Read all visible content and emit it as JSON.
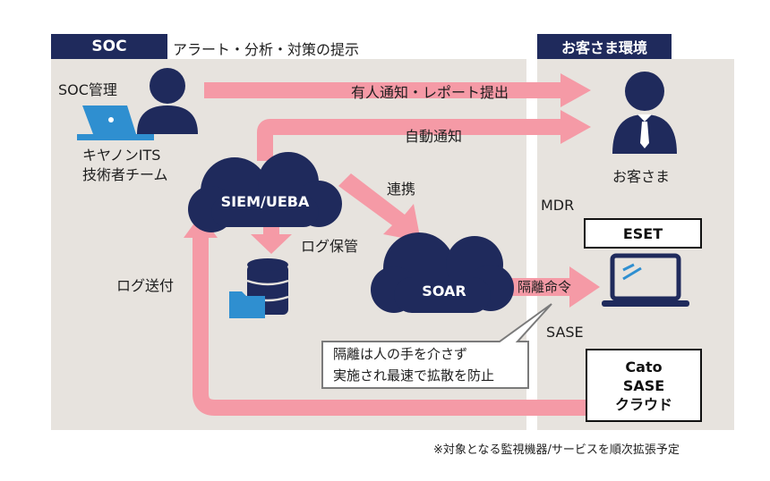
{
  "soc": {
    "tag": "SOC",
    "subtitle": "アラート・分析・対策の提示",
    "mgmt_label": "SOC管理",
    "team_line1": "キヤノンITS",
    "team_line2": "技術者チーム",
    "cloud1": "SIEM/UEBA",
    "cloud2": "SOAR",
    "log_storage": "ログ保管",
    "log_send": "ログ送付",
    "link_label": "連携"
  },
  "customer": {
    "tag": "お客さま環境",
    "person_label": "お客さま",
    "mdr_label": "MDR",
    "eset_label": "ESET",
    "sase_label": "SASE",
    "cato_lines": [
      "Cato",
      "SASE",
      "クラウド"
    ]
  },
  "arrows": {
    "top": "有人通知・レポート提出",
    "auto": "自動通知",
    "isolate": "隔離命令"
  },
  "callout": {
    "line1": "隔離は人の手を介さず",
    "line2": "実施され最速で拡散を防止"
  },
  "footnote": "※対象となる監視機器/サービスを順次拡張予定",
  "colors": {
    "navy": "#1f2a5c",
    "arrow_pink": "#f59aa6",
    "panel_bg": "#e7e3de",
    "laptop_blue": "#2f8fd0"
  }
}
